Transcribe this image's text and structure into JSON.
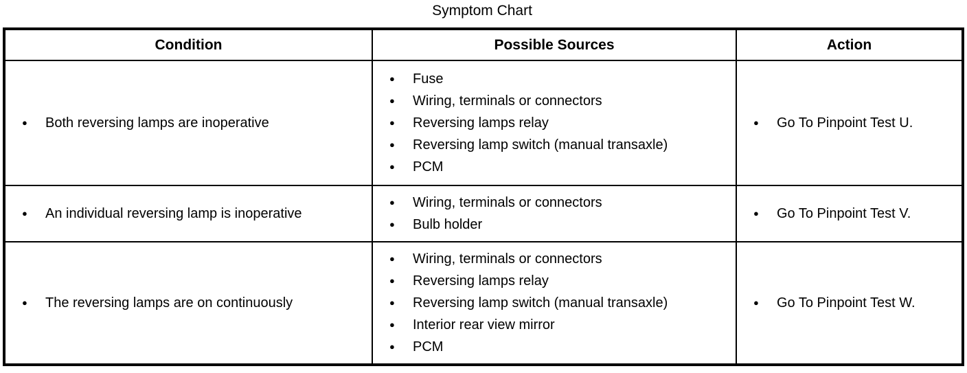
{
  "title": "Symptom Chart",
  "table": {
    "headers": [
      "Condition",
      "Possible Sources",
      "Action"
    ],
    "rows": [
      {
        "condition": [
          "Both reversing lamps are inoperative"
        ],
        "sources": [
          "Fuse",
          "Wiring, terminals or connectors",
          "Reversing lamps relay",
          "Reversing lamp switch (manual transaxle)",
          "PCM"
        ],
        "action": [
          "Go To Pinpoint Test U."
        ]
      },
      {
        "condition": [
          "An individual reversing lamp is inoperative"
        ],
        "sources": [
          "Wiring, terminals or connectors",
          "Bulb holder"
        ],
        "action": [
          "Go To Pinpoint Test V."
        ]
      },
      {
        "condition": [
          "The reversing lamps are on continuously"
        ],
        "sources": [
          "Wiring, terminals or connectors",
          "Reversing lamps relay",
          "Reversing lamp switch (manual transaxle)",
          "Interior rear view mirror",
          "PCM"
        ],
        "action": [
          "Go To Pinpoint Test W."
        ]
      }
    ]
  },
  "icons": {
    "bullet": "●"
  },
  "colors": {
    "text": "#000000",
    "border": "#000000",
    "background": "#ffffff"
  }
}
